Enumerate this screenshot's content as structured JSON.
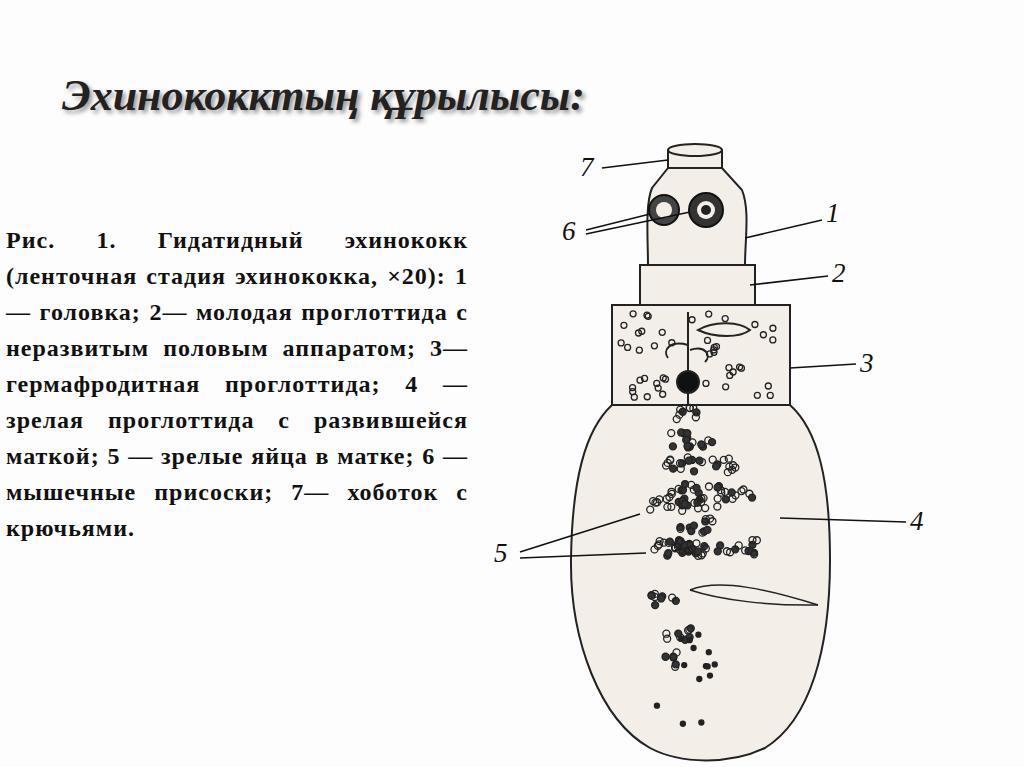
{
  "diagram": {
    "title": "Эхинококктың құрылысы:",
    "caption": "Рис. 1. Гидатидный эхинококк (ленточная стадия эхинококка, ×20): 1— головка; 2— молодая проглоттида с неразвитым половым аппаратом; 3— гермафродитная проглоттида; 4 — зрелая проглоттида с развившейся маткой; 5 — зрелые яйца в матке; 6 — мышечные присоски; 7— хоботок с крючьями.",
    "labels": [
      "7",
      "6",
      "1",
      "2",
      "3",
      "4",
      "5"
    ]
  }
}
